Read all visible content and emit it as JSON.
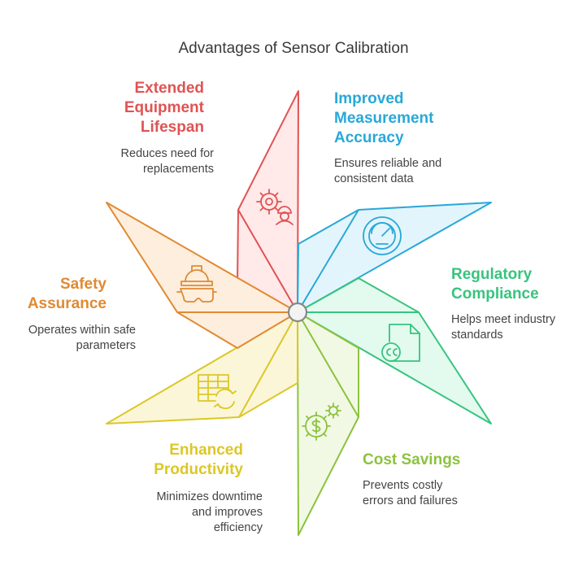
{
  "title": "Advantages of Sensor Calibration",
  "segments": [
    {
      "key": "lifespan",
      "heading": "Extended\nEquipment\nLifespan",
      "description": "Reduces need for\nreplacements",
      "icon": "gear-worker-icon",
      "stroke": "#e05353",
      "fill": "#ffe9e9"
    },
    {
      "key": "accuracy",
      "heading": "Improved\nMeasurement\nAccuracy",
      "description": "Ensures reliable and\nconsistent data",
      "icon": "gauge-icon",
      "stroke": "#29a8d8",
      "fill": "#e3f5fc"
    },
    {
      "key": "compliance",
      "heading": "Regulatory\nCompliance",
      "description": "Helps meet industry\nstandards",
      "icon": "certificate-document-icon",
      "stroke": "#37c47e",
      "fill": "#e3faef"
    },
    {
      "key": "savings",
      "heading": "Cost Savings",
      "description": "Prevents costly\nerrors and failures",
      "icon": "dollar-gear-icon",
      "stroke": "#8cc23f",
      "fill": "#f1f9e4"
    },
    {
      "key": "productivity",
      "heading": "Enhanced\nProductivity",
      "description": "Minimizes downtime\nand improves\nefficiency",
      "icon": "table-refresh-icon",
      "stroke": "#dcc728",
      "fill": "#fbf6d8"
    },
    {
      "key": "safety",
      "heading": "Safety\nAssurance",
      "description": "Operates within safe\nparameters",
      "icon": "hardhat-goggles-icon",
      "stroke": "#e08a32",
      "fill": "#fdeedd"
    }
  ]
}
